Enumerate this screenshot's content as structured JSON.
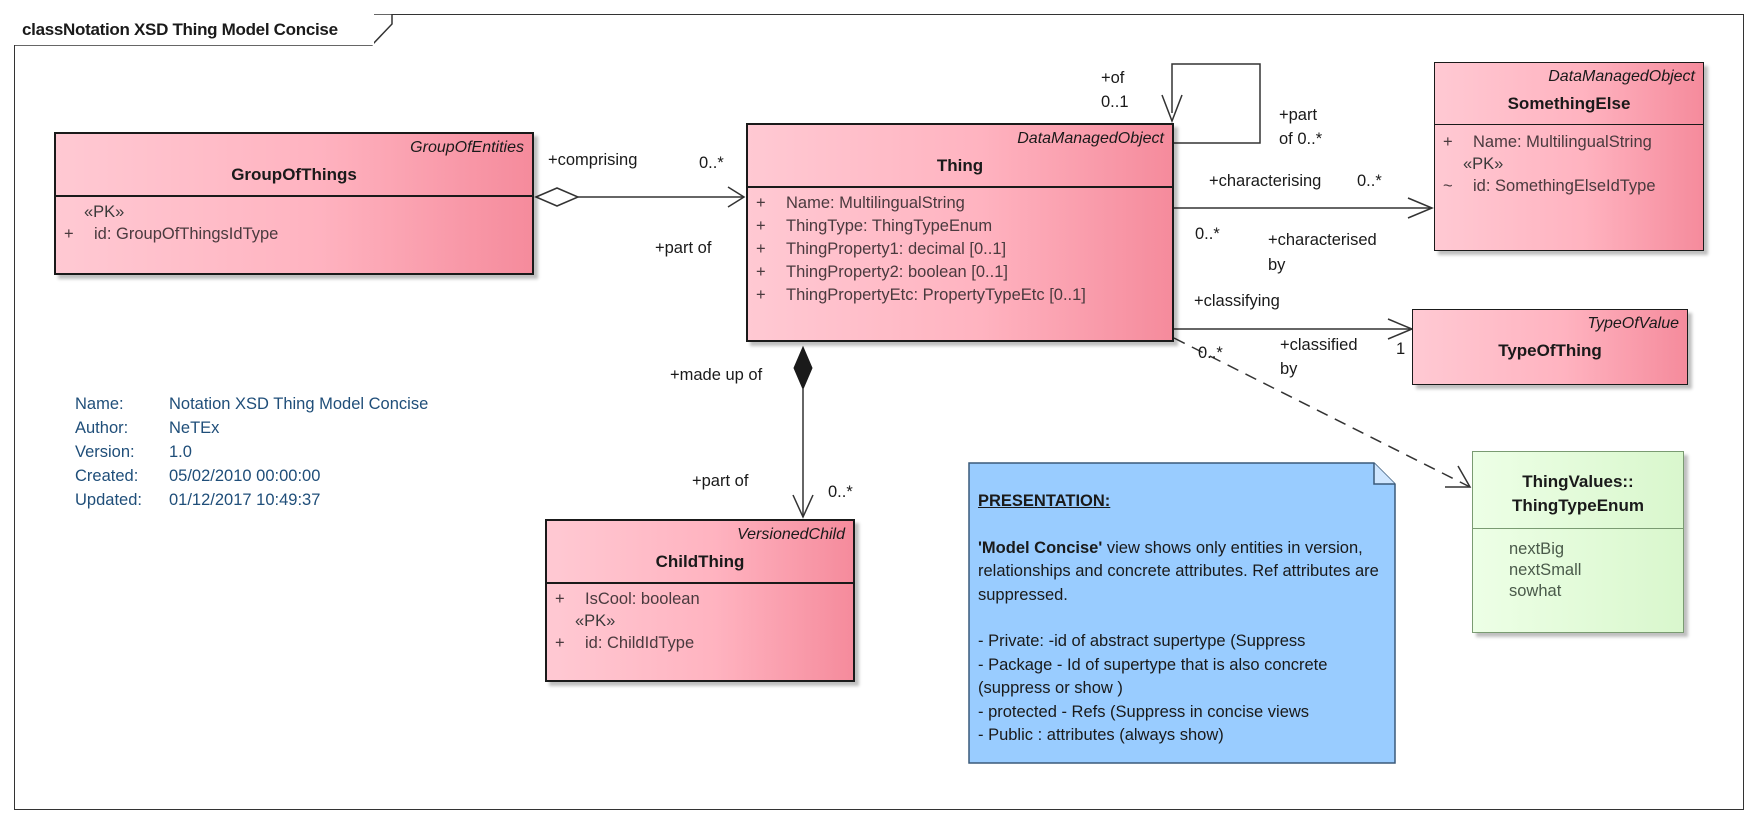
{
  "frame": {
    "title": "classNotation XSD Thing Model Concise"
  },
  "classes": {
    "group_of_things": {
      "stereotype": "GroupOfEntities",
      "name": "GroupOfThings",
      "pk": "«PK»",
      "attrs": [
        {
          "vis": "+",
          "text": "id: GroupOfThingsIdType"
        }
      ]
    },
    "thing": {
      "stereotype": "DataManagedObject",
      "name": "Thing",
      "attrs": [
        {
          "vis": "+",
          "text": "Name: MultilingualString"
        },
        {
          "vis": "+",
          "text": "ThingType: ThingTypeEnum"
        },
        {
          "vis": "+",
          "text": "ThingProperty1: decimal [0..1]"
        },
        {
          "vis": "+",
          "text": "ThingProperty2: boolean [0..1]"
        },
        {
          "vis": "+",
          "text": "ThingPropertyEtc: PropertyTypeEtc [0..1]"
        }
      ]
    },
    "something_else": {
      "stereotype": "DataManagedObject",
      "name": "SomethingElse",
      "attr1": {
        "vis": "+",
        "text": "Name: MultilingualString"
      },
      "pk": "«PK»",
      "attr2": {
        "vis": "~",
        "text": "id: SomethingElseIdType"
      }
    },
    "type_of_thing": {
      "stereotype": "TypeOfValue",
      "name": "TypeOfThing"
    },
    "child_thing": {
      "stereotype": "VersionedChild",
      "name": "ChildThing",
      "attr1": {
        "vis": "+",
        "text": "IsCool: boolean"
      },
      "pk": "«PK»",
      "attr2": {
        "vis": "+",
        "text": "id: ChildIdType"
      }
    },
    "thing_type_enum": {
      "name_line1": "ThingValues::",
      "name_line2": "ThingTypeEnum",
      "values": [
        "nextBig",
        "nextSmall",
        "sowhat"
      ]
    }
  },
  "labels": {
    "comprising": "+comprising",
    "comprising_mult": "0..*",
    "part_of_left": "+part of",
    "of": "+of",
    "of_mult": "0..1",
    "part_self": "+part",
    "part_self_mult": "of 0..*",
    "characterising": "+characterising",
    "characterising_mult": "0..*",
    "characterised_mult": "0..*",
    "characterised_1": "+characterised",
    "characterised_2": "by",
    "classifying": "+classifying",
    "classified_1": "+classified",
    "classified_2": "by",
    "classified_mult_left": "0..*",
    "classified_mult_right": "1",
    "made_up_of": "+made up of",
    "part_of_bottom": "+part of",
    "part_of_bottom_mult": "0..*"
  },
  "meta": {
    "rows": [
      {
        "key": "Name:",
        "value": "Notation XSD Thing Model Concise"
      },
      {
        "key": "Author:",
        "value": "NeTEx"
      },
      {
        "key": "Version:",
        "value": "1.0"
      },
      {
        "key": "Created:",
        "value": "05/02/2010 00:00:00"
      },
      {
        "key": "Updated:",
        "value": "01/12/2017 10:49:37"
      }
    ]
  },
  "note": {
    "title": "PRESENTATION:",
    "para1_bold": "'Model Concise'",
    "para1_rest": " view shows only entities in version,  relationships and  concrete attributes. Ref attributes are suppressed.",
    "lines": [
      "- Private:  -id of abstract supertype (Suppress",
      "- Package - Id of supertype that is also concrete (suppress or show )",
      "- protected - Refs (Suppress in concise views",
      "- Public : attributes (always show)"
    ],
    "color": "#99ccff"
  },
  "colors": {
    "class_fill": "#ffb3c0",
    "enum_fill": "#d9f7cd",
    "note_fill": "#99ccff"
  }
}
